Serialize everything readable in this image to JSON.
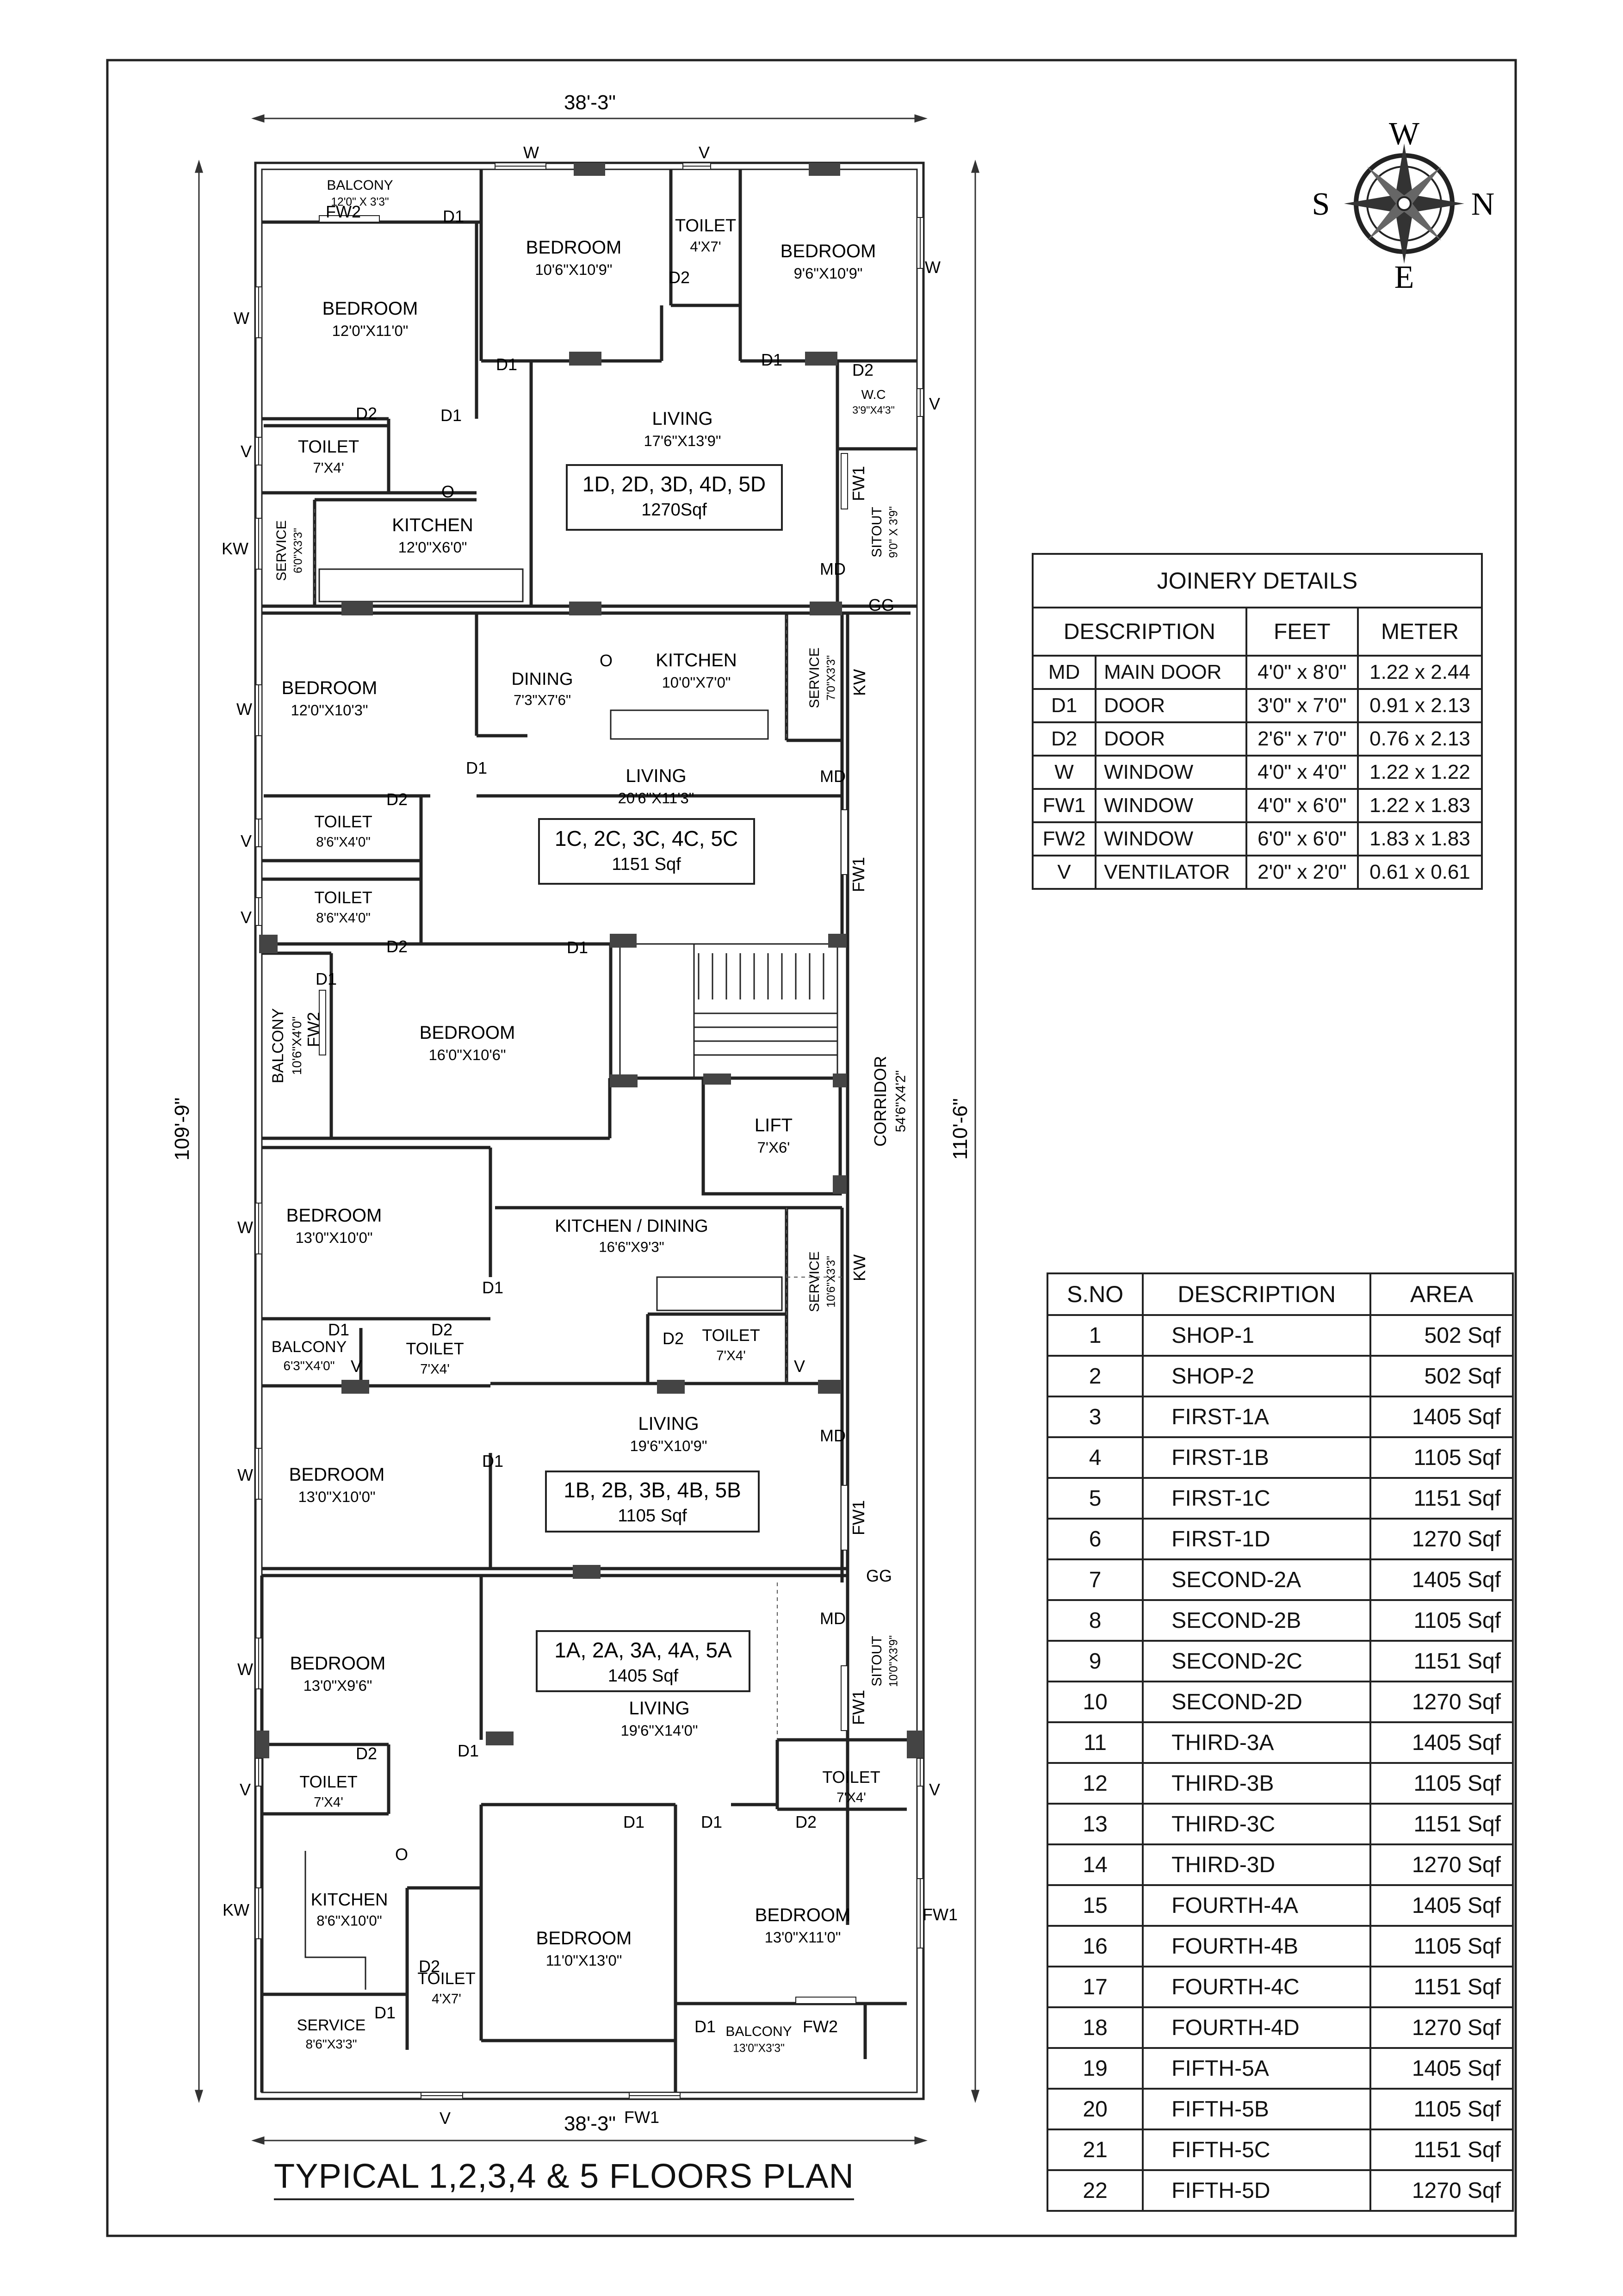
{
  "dims": {
    "top_width": "38'-3\"",
    "bottom_width": "38'-3\"",
    "left_length": "109'-9\"",
    "right_length": "110'-6\""
  },
  "compass": {
    "w": "W",
    "s": "S",
    "n": "N",
    "e": "E"
  },
  "plan_title": "TYPICAL 1,2,3,4 & 5 FLOORS PLAN",
  "rooms": {
    "balcony_top": [
      "BALCONY",
      "12'0\" X 3'3\""
    ],
    "bedroom_d1": [
      "BEDROOM",
      "10'6\"X10'9\""
    ],
    "toilet_d1": [
      "TOILET",
      "4'X7'"
    ],
    "bedroom_d2": [
      "BEDROOM",
      "9'6\"X10'9\""
    ],
    "bedroom_d3": [
      "BEDROOM",
      "12'0\"X11'0\""
    ],
    "wc_d": [
      "W.C",
      "3'9\"X4'3\""
    ],
    "living_d": [
      "LIVING",
      "17'6\"X13'9\""
    ],
    "toilet_d2": [
      "TOILET",
      "7'X4'"
    ],
    "kitchen_d": [
      "KITCHEN",
      "12'0\"X6'0\""
    ],
    "service_d": [
      "SERVICE",
      "6'0\"X3'3\""
    ],
    "sitout_d": [
      "SITOUT",
      "9'0\" X 3'9\""
    ],
    "bedroom_c1": [
      "BEDROOM",
      "12'0\"X10'3\""
    ],
    "dining_c": [
      "DINING",
      "7'3\"X7'6\""
    ],
    "kitchen_c": [
      "KITCHEN",
      "10'0\"X7'0\""
    ],
    "service_c": [
      "SERVICE",
      "7'0\"X3'3\""
    ],
    "living_c": [
      "LIVING",
      "20'6\"X11'3\""
    ],
    "toilet_c1": [
      "TOILET",
      "8'6\"X4'0\""
    ],
    "toilet_c2": [
      "TOILET",
      "8'6\"X4'0\""
    ],
    "balcony_c": [
      "BALCONY",
      "10'6\"X4'0\""
    ],
    "bedroom_c2": [
      "BEDROOM",
      "16'0\"X10'6\""
    ],
    "lift": [
      "LIFT",
      "7'X6'"
    ],
    "corridor": [
      "CORRIDOR",
      "54'6\"X4'2\""
    ],
    "bedroom_b1": [
      "BEDROOM",
      "13'0\"X10'0\""
    ],
    "kitdin_b": [
      "KITCHEN / DINING",
      "16'6\"X9'3\""
    ],
    "service_b": [
      "SERVICE",
      "10'6\"X3'3\""
    ],
    "balcony_b": [
      "BALCONY",
      "6'3\"X4'0\""
    ],
    "toilet_b1": [
      "TOILET",
      "7'X4'"
    ],
    "toilet_b2": [
      "TOILET",
      "7'X4'"
    ],
    "living_b": [
      "LIVING",
      "19'6\"X10'9\""
    ],
    "bedroom_b2": [
      "BEDROOM",
      "13'0\"X10'0\""
    ],
    "bedroom_a1": [
      "BEDROOM",
      "13'0\"X9'6\""
    ],
    "living_a": [
      "LIVING",
      "19'6\"X14'0\""
    ],
    "sitout_a": [
      "SITOUT",
      "10'0\"X3'9\""
    ],
    "toilet_a1": [
      "TOILET",
      "7'X4'"
    ],
    "toilet_a2": [
      "TOILET",
      "7'X4'"
    ],
    "kitchen_a": [
      "KITCHEN",
      "8'6\"X10'0\""
    ],
    "toilet_a3": [
      "TOILET",
      "4'X7'"
    ],
    "bedroom_a2": [
      "BEDROOM",
      "11'0\"X13'0\""
    ],
    "bedroom_a3": [
      "BEDROOM",
      "13'0\"X11'0\""
    ],
    "service_a": [
      "SERVICE",
      "8'6\"X3'3\""
    ],
    "balcony_a": [
      "BALCONY",
      "13'0\"X3'3\""
    ]
  },
  "units": {
    "d": [
      "1D, 2D, 3D, 4D, 5D",
      "1270Sqf"
    ],
    "c": [
      "1C, 2C, 3C, 4C, 5C",
      "1151 Sqf"
    ],
    "b": [
      "1B, 2B, 3B, 4B, 5B",
      "1105 Sqf"
    ],
    "a": [
      "1A, 2A, 3A, 4A, 5A",
      "1405 Sqf"
    ]
  },
  "marks": [
    {
      "t": "W"
    },
    {
      "t": "V"
    },
    {
      "t": "FW2"
    },
    {
      "t": "D1"
    },
    {
      "t": "D2"
    },
    {
      "t": "W"
    },
    {
      "t": "W"
    },
    {
      "t": "D1"
    },
    {
      "t": "D1"
    },
    {
      "t": "D2"
    },
    {
      "t": "V"
    },
    {
      "t": "D2"
    },
    {
      "t": "D1"
    },
    {
      "t": "V"
    },
    {
      "t": "O"
    },
    {
      "t": "FW1"
    },
    {
      "t": "KW"
    },
    {
      "t": "MD"
    },
    {
      "t": "GG"
    },
    {
      "t": "O"
    },
    {
      "t": "KW"
    },
    {
      "t": "W"
    },
    {
      "t": "D1"
    },
    {
      "t": "MD"
    },
    {
      "t": "D2"
    },
    {
      "t": "V"
    },
    {
      "t": "FW1"
    },
    {
      "t": "V"
    },
    {
      "t": "D2"
    },
    {
      "t": "D1"
    },
    {
      "t": "D1"
    },
    {
      "t": "FW2"
    },
    {
      "t": "W"
    },
    {
      "t": "D1"
    },
    {
      "t": "KW"
    },
    {
      "t": "D1"
    },
    {
      "t": "D2"
    },
    {
      "t": "V"
    },
    {
      "t": "D2"
    },
    {
      "t": "V"
    },
    {
      "t": "W"
    },
    {
      "t": "D1"
    },
    {
      "t": "MD"
    },
    {
      "t": "FW1"
    },
    {
      "t": "GG"
    },
    {
      "t": "MD"
    },
    {
      "t": "W"
    },
    {
      "t": "FW1"
    },
    {
      "t": "D1"
    },
    {
      "t": "D2"
    },
    {
      "t": "V"
    },
    {
      "t": "V"
    },
    {
      "t": "D2"
    },
    {
      "t": "D1"
    },
    {
      "t": "D1"
    },
    {
      "t": "O"
    },
    {
      "t": "KW"
    },
    {
      "t": "D2"
    },
    {
      "t": "FW1"
    },
    {
      "t": "D1"
    },
    {
      "t": "D1"
    },
    {
      "t": "FW2"
    },
    {
      "t": "V"
    },
    {
      "t": "FW1"
    }
  ],
  "joinery": {
    "title": "JOINERY DETAILS",
    "headers": [
      "DESCRIPTION",
      "FEET",
      "METER"
    ],
    "rows": [
      [
        "MD",
        "MAIN DOOR",
        "4'0\" x 8'0\"",
        "1.22 x 2.44"
      ],
      [
        "D1",
        "DOOR",
        "3'0\" x 7'0\"",
        "0.91 x 2.13"
      ],
      [
        "D2",
        "DOOR",
        "2'6\" x 7'0\"",
        "0.76 x 2.13"
      ],
      [
        "W",
        "WINDOW",
        "4'0\" x 4'0\"",
        "1.22 x 1.22"
      ],
      [
        "FW1",
        "WINDOW",
        "4'0\" x 6'0\"",
        "1.22 x 1.83"
      ],
      [
        "FW2",
        "WINDOW",
        "6'0\" x 6'0\"",
        "1.83 x 1.83"
      ],
      [
        "V",
        "VENTILATOR",
        "2'0\" x 2'0\"",
        "0.61 x 0.61"
      ]
    ]
  },
  "area_table": {
    "headers": [
      "S.NO",
      "DESCRIPTION",
      "AREA"
    ],
    "rows": [
      [
        "1",
        "SHOP-1",
        "502  Sqf"
      ],
      [
        "2",
        "SHOP-2",
        "502  Sqf"
      ],
      [
        "3",
        "FIRST-1A",
        "1405 Sqf"
      ],
      [
        "4",
        "FIRST-1B",
        "1105 Sqf"
      ],
      [
        "5",
        "FIRST-1C",
        "1151 Sqf"
      ],
      [
        "6",
        "FIRST-1D",
        "1270 Sqf"
      ],
      [
        "7",
        "SECOND-2A",
        "1405 Sqf"
      ],
      [
        "8",
        "SECOND-2B",
        "1105 Sqf"
      ],
      [
        "9",
        "SECOND-2C",
        "1151 Sqf"
      ],
      [
        "10",
        "SECOND-2D",
        "1270 Sqf"
      ],
      [
        "11",
        "THIRD-3A",
        "1405 Sqf"
      ],
      [
        "12",
        "THIRD-3B",
        "1105 Sqf"
      ],
      [
        "13",
        "THIRD-3C",
        "1151 Sqf"
      ],
      [
        "14",
        "THIRD-3D",
        "1270 Sqf"
      ],
      [
        "15",
        "FOURTH-4A",
        "1405 Sqf"
      ],
      [
        "16",
        "FOURTH-4B",
        "1105 Sqf"
      ],
      [
        "17",
        "FOURTH-4C",
        "1151 Sqf"
      ],
      [
        "18",
        "FOURTH-4D",
        "1270 Sqf"
      ],
      [
        "19",
        "FIFTH-5A",
        "1405 Sqf"
      ],
      [
        "20",
        "FIFTH-5B",
        "1105 Sqf"
      ],
      [
        "21",
        "FIFTH-5C",
        "1151 Sqf"
      ],
      [
        "22",
        "FIFTH-5D",
        "1270 Sqf"
      ]
    ]
  }
}
